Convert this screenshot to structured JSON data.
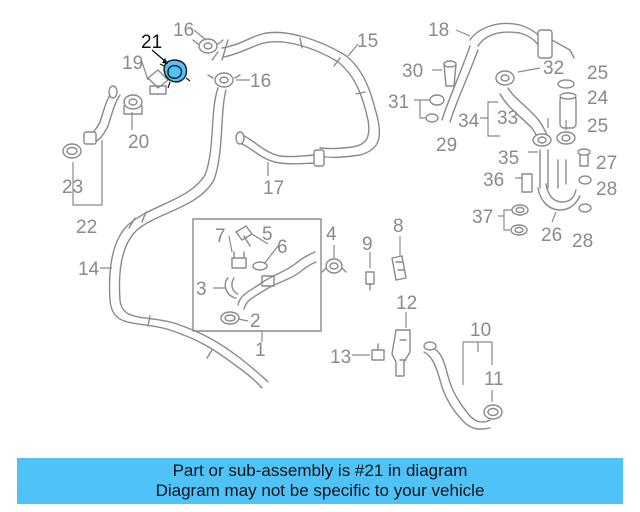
{
  "diagram": {
    "highlight_color": "#4fc3f7",
    "callouts": {
      "c1": "1",
      "c2": "2",
      "c3": "3",
      "c4": "4",
      "c5": "5",
      "c6": "6",
      "c7": "7",
      "c8": "8",
      "c9": "9",
      "c10": "10",
      "c11": "11",
      "c12": "12",
      "c13": "13",
      "c14": "14",
      "c15": "15",
      "c16a": "16",
      "c16b": "16",
      "c17": "17",
      "c18": "18",
      "c19": "19",
      "c20": "20",
      "c21": "21",
      "c22": "22",
      "c23": "23",
      "c24": "24",
      "c25a": "25",
      "c25b": "25",
      "c26": "26",
      "c27": "27",
      "c28a": "28",
      "c28b": "28",
      "c29": "29",
      "c30": "30",
      "c31": "31",
      "c32": "32",
      "c33": "33",
      "c34": "34",
      "c35": "35",
      "c36": "36",
      "c37": "37"
    }
  },
  "banner": {
    "line1": "Part or sub-assembly is #21 in diagram",
    "line2": "Diagram may not be specific to your vehicle",
    "background": "#4fc3f7"
  }
}
